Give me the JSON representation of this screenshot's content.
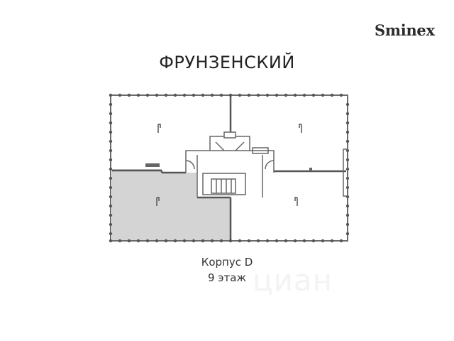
{
  "brand": {
    "logo_text": "Sminex"
  },
  "complex": {
    "name": "ФРУНЗЕНСКИЙ"
  },
  "building": {
    "label": "Корпус D"
  },
  "floor": {
    "label": "9 этаж"
  },
  "watermark": {
    "text": "циан"
  },
  "plan": {
    "colors": {
      "wall": "#555555",
      "selected_fill": "#d4d4d4",
      "line": "#6b6b6b"
    },
    "selected_unit": "bottom-left"
  }
}
